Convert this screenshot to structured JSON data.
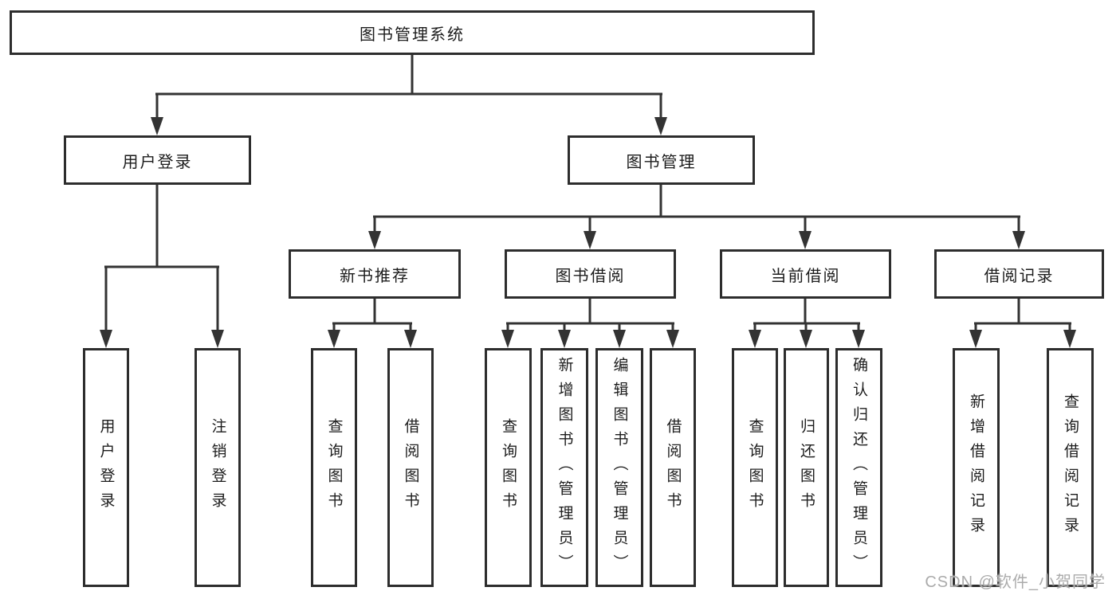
{
  "title": "图书管理系统",
  "tree": {
    "root": {
      "label": "图书管理系统"
    },
    "branches": [
      {
        "label": "用户登录",
        "children": [
          {
            "label": "用户登录"
          },
          {
            "label": "注销登录"
          }
        ]
      },
      {
        "label": "图书管理",
        "children": [
          {
            "label": "新书推荐",
            "children": [
              {
                "label": "查询图书"
              },
              {
                "label": "借阅图书"
              }
            ]
          },
          {
            "label": "图书借阅",
            "children": [
              {
                "label": "查询图书"
              },
              {
                "label": "新增图书（管理员）"
              },
              {
                "label": "编辑图书（管理员）"
              },
              {
                "label": "借阅图书"
              }
            ]
          },
          {
            "label": "当前借阅",
            "children": [
              {
                "label": "查询图书"
              },
              {
                "label": "归还图书"
              },
              {
                "label": "确认归还（管理员）"
              }
            ]
          },
          {
            "label": "借阅记录",
            "children": [
              {
                "label": "新增借阅记录"
              },
              {
                "label": "查询借阅记录"
              }
            ]
          }
        ]
      }
    ]
  },
  "watermark": "CSDN @软件_小贺同学",
  "colors": {
    "line": "#333333",
    "box_border": "#2d2d2d",
    "text": "#1c1c1c",
    "watermark": "#ababab",
    "background": "#ffffff"
  }
}
